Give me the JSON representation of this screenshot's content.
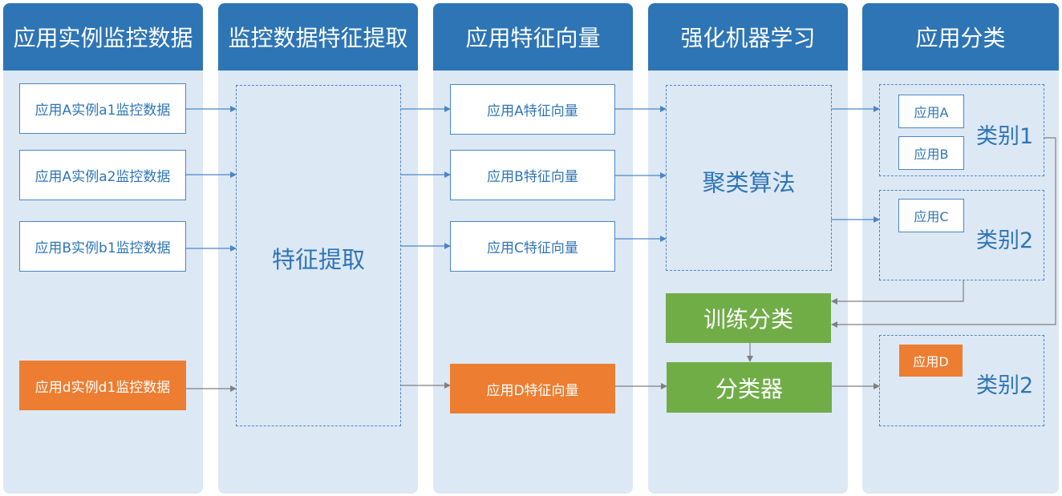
{
  "columns": [
    {
      "title": "应用实例监控数据"
    },
    {
      "title": "监控数据特征提取"
    },
    {
      "title": "应用特征向量"
    },
    {
      "title": "强化机器学习"
    },
    {
      "title": "应用分类"
    }
  ],
  "instances": [
    {
      "label": "应用A实例a1监控数据"
    },
    {
      "label": "应用A实例a2监控数据"
    },
    {
      "label": "应用B实例b1监控数据"
    },
    {
      "label": "应用d实例d1监控数据"
    }
  ],
  "extraction": {
    "label": "特征提取"
  },
  "vectors": [
    {
      "label": "应用A特征向量"
    },
    {
      "label": "应用B特征向量"
    },
    {
      "label": "应用C特征向量"
    },
    {
      "label": "应用D特征向量"
    }
  ],
  "ml": {
    "clustering": "聚类算法",
    "training": "训练分类",
    "classifier": "分类器"
  },
  "categories": [
    {
      "label": "类别1",
      "apps": [
        "应用A",
        "应用B"
      ]
    },
    {
      "label": "类别2",
      "apps": [
        "应用C"
      ]
    },
    {
      "label": "类别2",
      "apps": [
        "应用D"
      ]
    }
  ],
  "colors": {
    "header": "#2e75b6",
    "column_bg": "#dde8f5",
    "outline": "#4a86c5",
    "highlight": "#ed7d31",
    "ml_step": "#70ad47",
    "arrow_blue": "#4a86c5",
    "arrow_gray": "#808080"
  }
}
